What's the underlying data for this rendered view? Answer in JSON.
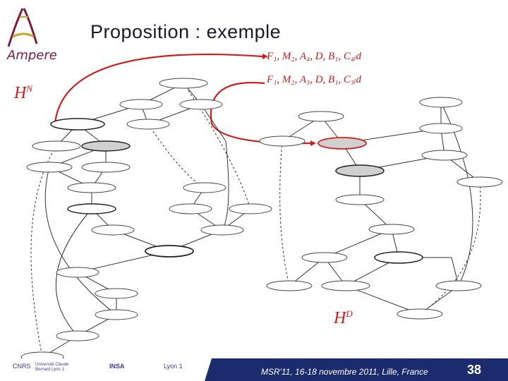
{
  "header": {
    "title": "Proposition : exemple",
    "logo_text": "Ampere"
  },
  "graph_labels": {
    "left": "H^N",
    "right": "H^D",
    "left_base": "H",
    "left_sup": "N",
    "right_base": "H",
    "right_sup": "D"
  },
  "formulas": {
    "top": "F₁, M₂, A₄, D, B₁, C₄ᵢd",
    "bottom": "F₁, M₂, A₃, D, B₁, C₃ᵢd"
  },
  "footer": {
    "conference": "MSR'11, 16-18 novembre 2011, Lille, France",
    "page_number": "38",
    "logos": [
      "CNRS",
      "Université Claude Bernard Lyon 1",
      "INSA",
      "Lyon 1"
    ]
  },
  "colors": {
    "highlight": "#cc1f1f",
    "footer_bar": "#1c2b6e",
    "title": "#1a1a2e"
  }
}
